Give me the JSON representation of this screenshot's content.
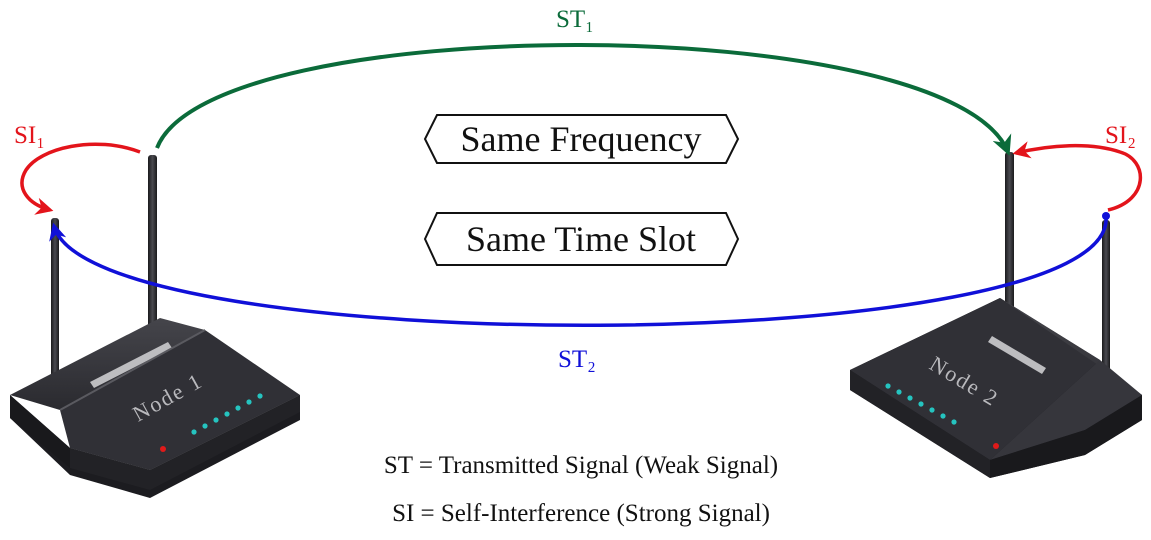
{
  "labels": {
    "st1": "ST₁",
    "st2": "ST₂",
    "si1": "SI₁",
    "si2": "SI₂"
  },
  "boxes": {
    "frequency": "Same Frequency",
    "time_slot": "Same Time Slot"
  },
  "nodes": {
    "node1": "Node 1",
    "node2": "Node 2"
  },
  "legend": {
    "st": "ST = Transmitted Signal (Weak Signal)",
    "si": "SI = Self-Interference (Strong Signal)"
  },
  "colors": {
    "st1": "#0b6b3a",
    "st2": "#1010d8",
    "si": "#e3141b",
    "router_body": "#2b2b30",
    "led": "#25c4c0",
    "power_led": "#e01a1a"
  },
  "icons": [
    "router-icon",
    "antenna-icon",
    "arrow-icon"
  ]
}
